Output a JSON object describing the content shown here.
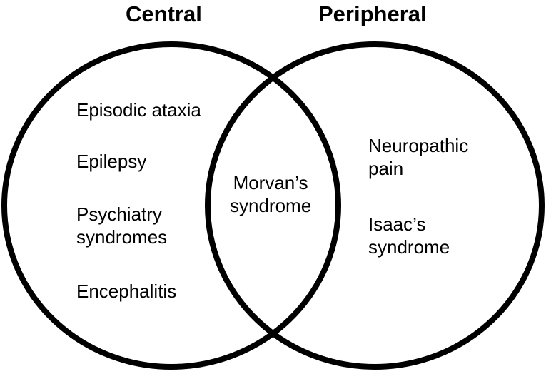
{
  "sets": {
    "central": {
      "title": "Central",
      "items": [
        [
          "Episodic ataxia"
        ],
        [
          "Epilepsy"
        ],
        [
          "Psychiatry",
          "syndromes"
        ],
        [
          "Encephalitis"
        ]
      ]
    },
    "peripheral": {
      "title": "Peripheral",
      "items": [
        [
          "Neuropathic",
          "pain"
        ],
        [
          "Isaac’s",
          "syndrome"
        ]
      ]
    },
    "overlap": {
      "items": [
        [
          "Morvan’s",
          "syndrome"
        ]
      ]
    }
  },
  "colors": {
    "stroke": "#000000",
    "background": "#ffffff",
    "text": "#000000"
  }
}
